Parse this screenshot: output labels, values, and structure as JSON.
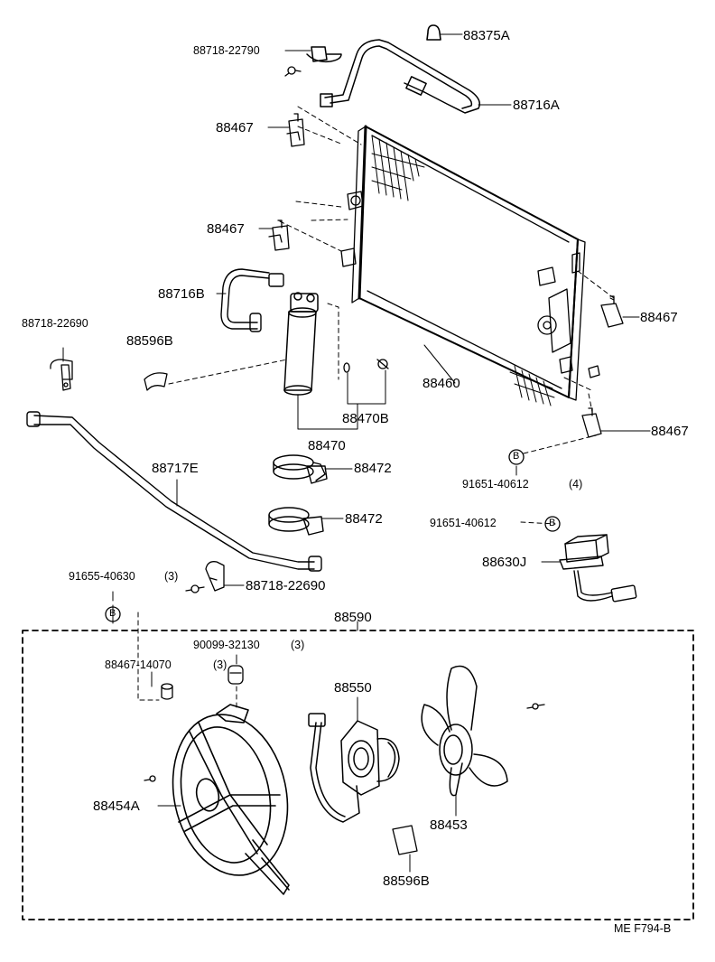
{
  "colors": {
    "ink": "#000000",
    "paper": "#ffffff"
  },
  "callouts": {
    "p88375A": "88375A",
    "p88718_22790": "88718-22790",
    "p88716A": "88716A",
    "p88467_a": "88467",
    "p88467_b": "88467",
    "p88467_c": "88467",
    "p88467_d": "88467",
    "p88716B": "88716B",
    "p88718_22690_a": "88718-22690",
    "p88596B_a": "88596B",
    "p88460": "88460",
    "p88470B": "88470B",
    "p88470": "88470",
    "p88472_a": "88472",
    "p88472_b": "88472",
    "p88717E": "88717E",
    "p91651_40612_a": "91651-40612",
    "p91651_40612_a_qty": "(4)",
    "p91651_40612_b": "91651-40612",
    "p88630J": "88630J",
    "p91655_40630": "91655-40630",
    "p91655_40630_qty": "(3)",
    "p88718_22690_b": "88718-22690",
    "p88590": "88590",
    "p90099_32130": "90099-32130",
    "p90099_32130_qty": "(3)",
    "p88467_14070": "88467-14070",
    "p88467_14070_qty": "(3)",
    "p88550": "88550",
    "p88454A": "88454A",
    "p88453": "88453",
    "p88596B_b": "88596B"
  },
  "markers": {
    "b_symbol": "B"
  },
  "figure_code": "ME F794-B"
}
